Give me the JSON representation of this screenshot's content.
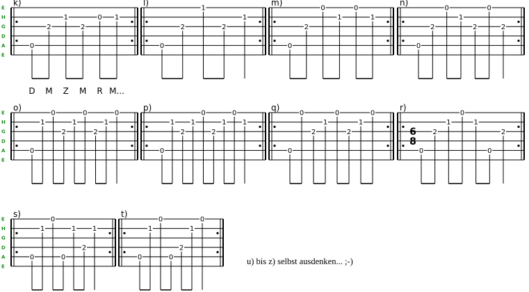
{
  "string_names": [
    "E",
    "H",
    "G",
    "D",
    "A",
    "E"
  ],
  "rows": [
    {
      "measures": [
        {
          "label": "k)",
          "notes": [
            [
              0,
              4
            ],
            [
              2,
              2
            ],
            [
              1,
              1
            ],
            [
              2,
              2
            ],
            [
              0,
              1
            ],
            [
              1,
              1
            ]
          ],
          "caption": [
            "D",
            "M",
            "Z",
            "M",
            "R",
            "M..."
          ]
        },
        {
          "label": "l)",
          "notes": [
            [
              0,
              4
            ],
            [
              2,
              2
            ],
            [
              1,
              0
            ],
            [
              2,
              2
            ],
            [
              1,
              1
            ]
          ]
        },
        {
          "label": "m)",
          "notes": [
            [
              0,
              4
            ],
            [
              2,
              2
            ],
            [
              0,
              0
            ],
            [
              1,
              1
            ],
            [
              0,
              0
            ],
            [
              1,
              1
            ]
          ]
        },
        {
          "label": "n)",
          "notes": [
            [
              0,
              4
            ],
            [
              2,
              2
            ],
            [
              0,
              0
            ],
            [
              1,
              1
            ],
            [
              2,
              2
            ],
            [
              0,
              0
            ],
            [
              2,
              2
            ]
          ]
        }
      ]
    },
    {
      "measures": [
        {
          "label": "o)",
          "notes": [
            [
              0,
              4
            ],
            [
              1,
              1
            ],
            [
              0,
              0
            ],
            [
              2,
              2
            ],
            [
              1,
              1
            ],
            [
              0,
              0
            ],
            [
              2,
              2
            ],
            [
              1,
              1
            ],
            [
              0,
              0
            ]
          ]
        },
        {
          "label": "p)",
          "notes": [
            [
              0,
              4
            ],
            [
              1,
              1
            ],
            [
              2,
              2
            ],
            [
              1,
              1
            ],
            [
              0,
              0
            ],
            [
              2,
              2
            ],
            [
              1,
              1
            ],
            [
              0,
              0
            ],
            [
              1,
              1
            ]
          ]
        },
        {
          "label": "q)",
          "notes": [
            [
              0,
              4
            ],
            [
              0,
              0
            ],
            [
              2,
              2
            ],
            [
              1,
              1
            ],
            [
              0,
              0
            ],
            [
              2,
              2
            ],
            [
              1,
              1
            ],
            [
              0,
              0
            ]
          ]
        },
        {
          "label": "r)",
          "timesig": [
            "6",
            "8"
          ],
          "notes": [
            [
              0,
              4
            ],
            [
              2,
              2
            ],
            [
              1,
              1
            ],
            [
              0,
              0
            ],
            [
              1,
              1
            ],
            [
              0,
              4
            ],
            [
              2,
              2
            ]
          ]
        }
      ]
    },
    {
      "measures": [
        {
          "label": "s)",
          "notes": [
            [
              0,
              4
            ],
            [
              1,
              1
            ],
            [
              0,
              0
            ],
            [
              0,
              4
            ],
            [
              1,
              1
            ],
            [
              2,
              3
            ],
            [
              1,
              1
            ]
          ]
        },
        {
          "label": "t)",
          "notes": [
            [
              0,
              4
            ],
            [
              1,
              1
            ],
            [
              0,
              0
            ],
            [
              0,
              4
            ],
            [
              2,
              3
            ],
            [
              1,
              1
            ],
            [
              0,
              0
            ]
          ]
        }
      ]
    }
  ],
  "footer_text": "u) bis z) selbst ausdenken... ;-)"
}
